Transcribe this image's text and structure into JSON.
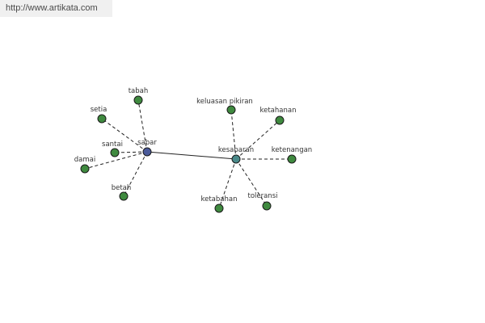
{
  "watermark": {
    "url": "http://www.artikata.com"
  },
  "colors": {
    "center_node": "#4a5a9a",
    "hub_node": "#4a8a8a",
    "leaf_node": "#3f8a3f"
  },
  "graph": {
    "nodes": [
      {
        "id": "sabar",
        "label": "sabar",
        "kind": "center"
      },
      {
        "id": "kesabaran",
        "label": "kesabaran",
        "kind": "hub"
      },
      {
        "id": "tabah",
        "label": "tabah",
        "kind": "leaf"
      },
      {
        "id": "setia",
        "label": "setia",
        "kind": "leaf"
      },
      {
        "id": "santai",
        "label": "santai",
        "kind": "leaf"
      },
      {
        "id": "damai",
        "label": "damai",
        "kind": "leaf"
      },
      {
        "id": "betah",
        "label": "betah",
        "kind": "leaf"
      },
      {
        "id": "keluasan-pikiran",
        "label": "keluasan pikiran",
        "kind": "leaf"
      },
      {
        "id": "ketahanan",
        "label": "ketahanan",
        "kind": "leaf"
      },
      {
        "id": "ketenangan",
        "label": "ketenangan",
        "kind": "leaf"
      },
      {
        "id": "ketabahan",
        "label": "ketabahan",
        "kind": "leaf"
      },
      {
        "id": "toleransi",
        "label": "toleransi",
        "kind": "leaf"
      }
    ],
    "edges": [
      {
        "from": "sabar",
        "to": "kesabaran",
        "style": "solid"
      },
      {
        "from": "sabar",
        "to": "tabah",
        "style": "dashed"
      },
      {
        "from": "sabar",
        "to": "setia",
        "style": "dashed"
      },
      {
        "from": "sabar",
        "to": "santai",
        "style": "dashed"
      },
      {
        "from": "sabar",
        "to": "damai",
        "style": "dashed"
      },
      {
        "from": "sabar",
        "to": "betah",
        "style": "dashed"
      },
      {
        "from": "kesabaran",
        "to": "keluasan-pikiran",
        "style": "dashed"
      },
      {
        "from": "kesabaran",
        "to": "ketahanan",
        "style": "dashed"
      },
      {
        "from": "kesabaran",
        "to": "ketenangan",
        "style": "dashed"
      },
      {
        "from": "kesabaran",
        "to": "ketabahan",
        "style": "dashed"
      },
      {
        "from": "kesabaran",
        "to": "toleransi",
        "style": "dashed"
      }
    ]
  }
}
